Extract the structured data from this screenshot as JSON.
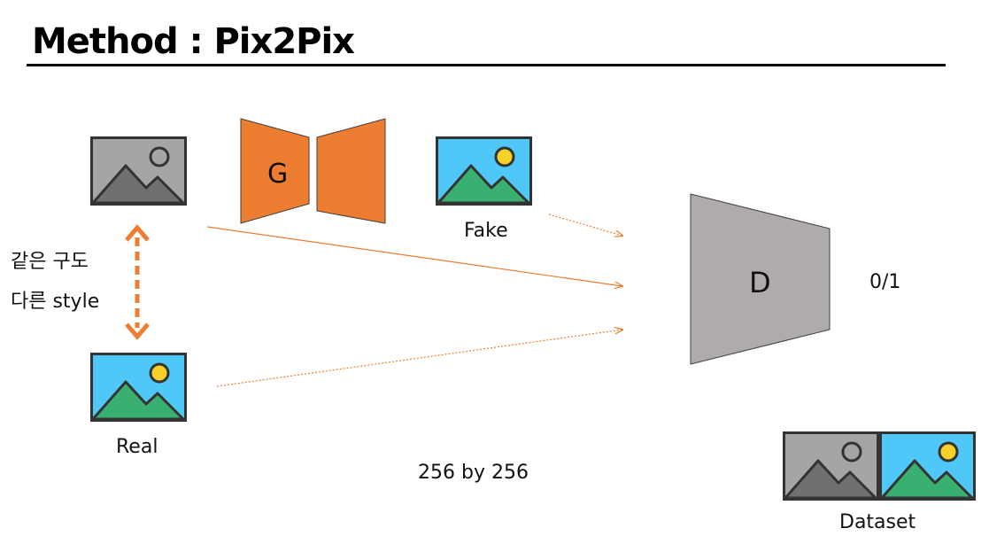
{
  "slide": {
    "title": "Method : Pix2Pix"
  },
  "labels": {
    "generator": "G",
    "discriminator": "D",
    "fake": "Fake",
    "real": "Real",
    "same_composition": "같은 구도",
    "different_style": "다른 style",
    "output": "0/1",
    "resolution": "256 by 256",
    "dataset": "Dataset"
  },
  "colors": {
    "generator": "#ED7D31",
    "discriminator": "#AFABAB",
    "arrow": "#ED7D31",
    "sky": "#4FC8F7",
    "grass": "#39B06F",
    "sun": "#F7D02A",
    "gray_bg": "#A5A5A5",
    "gray_mountain": "#707070"
  },
  "icons": {
    "input_image": "grayscale-image-icon",
    "output_image": "color-image-icon"
  }
}
